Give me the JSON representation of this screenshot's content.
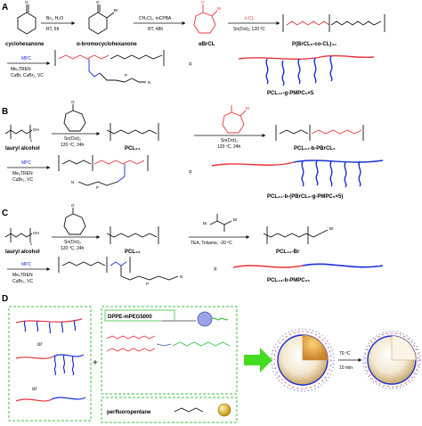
{
  "colors": {
    "pcl_red": "#e8343b",
    "pmpc_blue": "#1a2fd6",
    "dppe_green": "#3fbf3f",
    "arrow_green": "#44dd22",
    "mpc_blue": "#1a2fd6",
    "bromine_pink": "#e86a8a"
  },
  "panelA": {
    "letter": "A",
    "cmp1": "cyclohexanone",
    "step1_line1": "Br₂, H₂O",
    "step1_line2": "RT, 6h",
    "cmp2": "α-bromocyclohexanone",
    "step2_line1": "CH₂Cl₂, mCPBA",
    "step2_line2": "RT, 48h",
    "cmp3": "αBrCL",
    "step3_line1": "ε-CL",
    "step3_line2": "Sn(Oct)₂ 120 ºC",
    "cmp4": "P(BrCL₅-co-CL)₄₀",
    "step4_line1": "MPC",
    "step4_line2": "Me₆TREN",
    "step4_line3": "CuBr, CuBr₂, VC",
    "product": "PCL₄₀-g-PMPC₅×5",
    "equals": "="
  },
  "panelB": {
    "letter": "B",
    "cmp1": "lauryl alcohol",
    "step1_line1": "Sn(Oct)₂",
    "step1_line2": "120 ºC, 24h",
    "cmp2": "PCL₃₄",
    "step2_line1": "Sn(Oct)₂",
    "step2_line2": "120 ºC, 24h",
    "cmp3": "PCL₃₄-b-PBrCL₅",
    "step3_line1": "MPC",
    "step3_line2": "Me₆TREN",
    "step3_line3": "CuBr₂, VC",
    "product": "PCL₃₄-b-(PBrCL₅-g-PMPC₅×5)",
    "equals": "="
  },
  "panelC": {
    "letter": "C",
    "cmp1": "lauryl alcohol",
    "step1_line1": "Sn(Oct)₂",
    "step1_line2": "120 ºC, 24h",
    "cmp2": "PCL₄₃",
    "step2_line1": "TEA, Toluene, -20 ºC",
    "cmp3": "PCL₄₃-Br",
    "step3_line1": "MPC",
    "step3_line2": "Me₆TREN",
    "step3_line3": "CuBr₂, VC",
    "product": "PCL₄₃-b-PMPC₂₅",
    "equals": "="
  },
  "panelD": {
    "letter": "D",
    "or1": "or",
    "or2": "or",
    "plus": "+",
    "dppe_label": "DPPE-mPEG5000",
    "pfp_label": "perfluoropentane",
    "temp": "70 ºC",
    "time": "10 min"
  }
}
